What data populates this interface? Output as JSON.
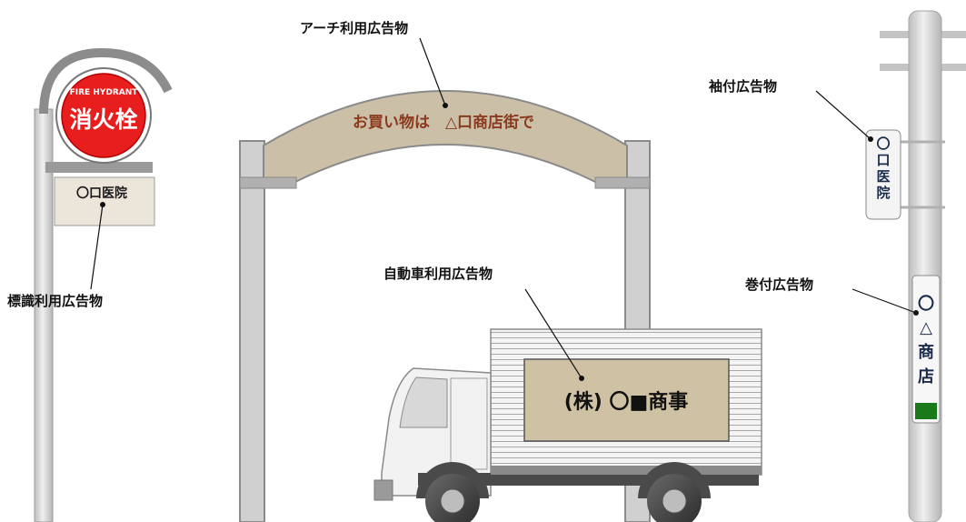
{
  "labels": {
    "arch": "アーチ利用広告物",
    "sign_pole": "標識利用広告物",
    "vehicle": "自動車利用広告物",
    "projecting": "袖付広告物",
    "wrapped": "巻付広告物"
  },
  "hydrant": {
    "sub": "FIRE HYDRANT",
    "main": "消火栓",
    "plate": "〇口医院"
  },
  "arch": {
    "banner": "お買い物は　△口商店街で"
  },
  "truck": {
    "sign": "(株) 〇■商事"
  },
  "pole": {
    "projecting_sign": [
      "〇",
      "口",
      "医",
      "院"
    ],
    "wrapped_sign": [
      "〇",
      "△",
      "商",
      "店"
    ]
  },
  "colors": {
    "hydrant_red": "#e81e1e",
    "sign_tan": "#cfc1a3",
    "banner_text": "#8b3a1e",
    "pole_gray": "#d9d9d9",
    "band_green": "#1a7a1a"
  }
}
